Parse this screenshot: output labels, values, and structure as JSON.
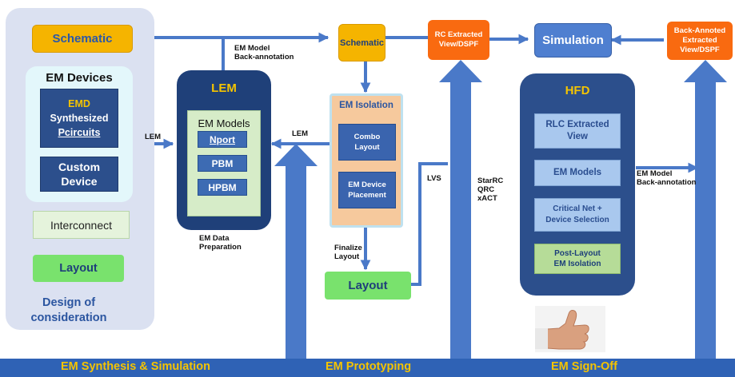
{
  "colors": {
    "arrow_blue": "#4a79c8",
    "panel_bg": "#dbe1f1",
    "orange": "#f5b400",
    "rc_orange": "#f96a10",
    "dark_navy": "#1f4079",
    "bottom_bar": "#2f62b5",
    "bottom_text": "#f5c400"
  },
  "left": {
    "schematic": "Schematic",
    "em_devices_title": "EM Devices",
    "emd_line1": "EMD",
    "emd_line2": "Synthesized",
    "emd_line3": "Pcircuits",
    "custom_line1": "Custom",
    "custom_line2": "Device",
    "interconnect": "Interconnect",
    "layout": "Layout",
    "design_line1": "Design of",
    "design_line2": "consideration"
  },
  "lem": {
    "title": "LEM",
    "models_title": "EM Models",
    "items": [
      "Nport",
      "PBM",
      "HPBM"
    ],
    "prep_line1": "EM Data",
    "prep_line2": "Preparation"
  },
  "labels": {
    "lem_left": "LEM",
    "lem_mid": "LEM",
    "em_model_line1": "EM Model",
    "em_model_line2": "Back-annotation",
    "lvs": "LVS",
    "starrc_line1": "StarRC",
    "starrc_line2": "QRC",
    "starrc_line3": "xACT",
    "finalize_line1": "Finalize",
    "finalize_line2": "Layout",
    "hfd_em_model_line1": "EM Model",
    "hfd_em_model_line2": "Back-annotation"
  },
  "middle": {
    "schematic": "Schematic",
    "isolation_title": "EM Isolation",
    "combo_line1": "Combo",
    "combo_line2": "Layout",
    "device_line1": "EM Device",
    "device_line2": "Placement",
    "layout": "Layout"
  },
  "right": {
    "rc_line1": "RC Extracted",
    "rc_line2": "View/DSPF",
    "simulation": "Simulation",
    "back_line1": "Back-Annoted",
    "back_line2": "Extracted",
    "back_line3": "View/DSPF",
    "hfd_title": "HFD",
    "rlc_line1": "RLC Extracted",
    "rlc_line2": "View",
    "em_models": "EM Models",
    "critical_line1": "Critical Net +",
    "critical_line2": "Device Selection",
    "post_line1": "Post-Layout",
    "post_line2": "EM Isolation",
    "thumbs_icon": "thumbs-up-photo"
  },
  "bottom": {
    "synthesis": "EM Synthesis & Simulation",
    "prototyping": "EM Prototyping",
    "signoff": "EM Sign-Off"
  }
}
